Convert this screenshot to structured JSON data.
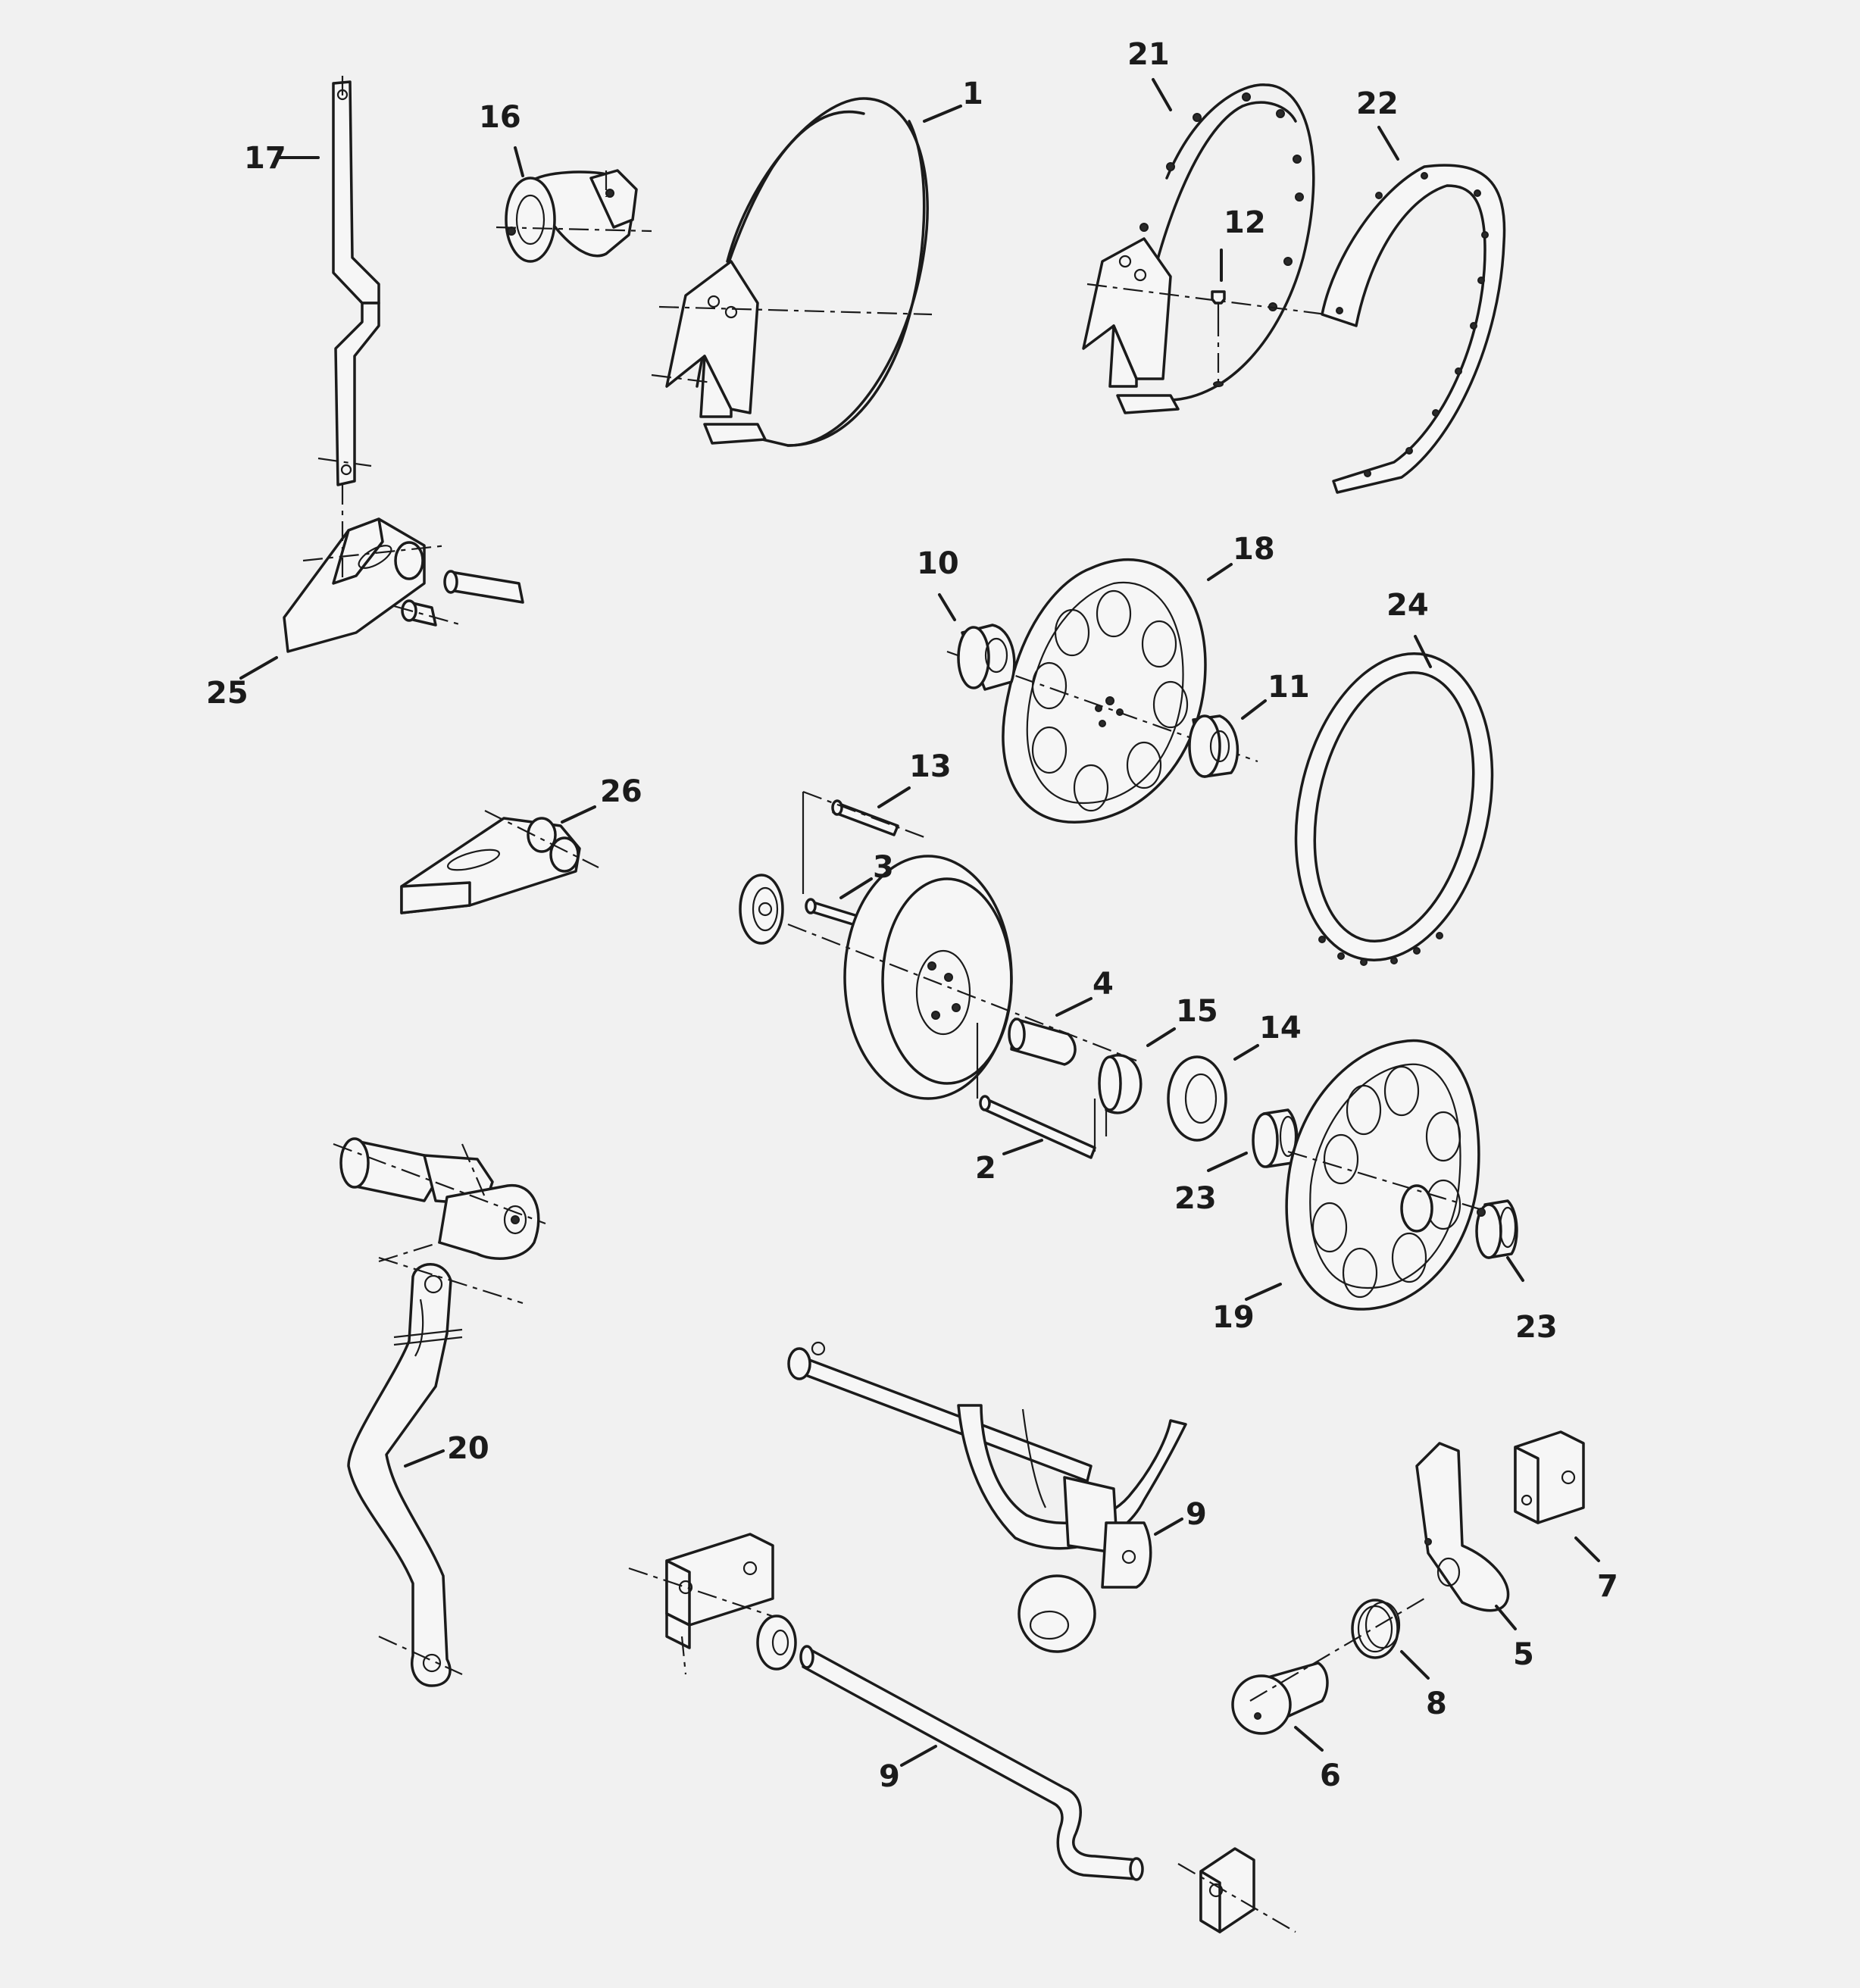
{
  "callouts": [
    {
      "id": "c1",
      "text": "1"
    },
    {
      "id": "c2",
      "text": "2"
    },
    {
      "id": "c3",
      "text": "3"
    },
    {
      "id": "c4",
      "text": "4"
    },
    {
      "id": "c5",
      "text": "5"
    },
    {
      "id": "c6",
      "text": "6"
    },
    {
      "id": "c7",
      "text": "7"
    },
    {
      "id": "c8",
      "text": "8"
    },
    {
      "id": "c9a",
      "text": "9"
    },
    {
      "id": "c9b",
      "text": "9"
    },
    {
      "id": "c10",
      "text": "10"
    },
    {
      "id": "c11",
      "text": "11"
    },
    {
      "id": "c12",
      "text": "12"
    },
    {
      "id": "c13",
      "text": "13"
    },
    {
      "id": "c14",
      "text": "14"
    },
    {
      "id": "c15",
      "text": "15"
    },
    {
      "id": "c16",
      "text": "16"
    },
    {
      "id": "c17",
      "text": "17"
    },
    {
      "id": "c18",
      "text": "18"
    },
    {
      "id": "c19",
      "text": "19"
    },
    {
      "id": "c20",
      "text": "20"
    },
    {
      "id": "c21",
      "text": "21"
    },
    {
      "id": "c22",
      "text": "22"
    },
    {
      "id": "c23a",
      "text": "23"
    },
    {
      "id": "c23b",
      "text": "23"
    },
    {
      "id": "c24",
      "text": "24"
    },
    {
      "id": "c25",
      "text": "25"
    },
    {
      "id": "c26",
      "text": "26"
    }
  ]
}
